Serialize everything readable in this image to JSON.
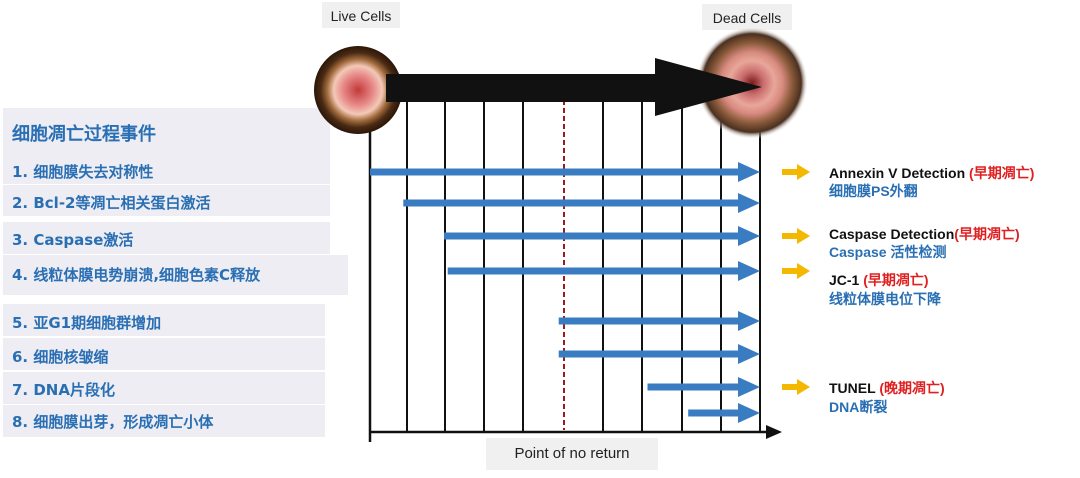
{
  "header": {
    "live_label": "Live Cells",
    "dead_label": "Dead Cells"
  },
  "events": {
    "title": "细胞凋亡过程事件",
    "items": [
      "1. 细胞膜失去对称性",
      "2. Bcl-2等凋亡相关蛋白激活",
      "3. Caspase激活",
      "4. 线粒体膜电势崩溃,细胞色素C释放",
      "5. 亚G1期细胞群增加",
      "6. 细胞核皱缩",
      "7. DNA片段化",
      "8. 细胞膜出芽，形成凋亡小体"
    ]
  },
  "timeline": {
    "no_return_label": "Point of no return",
    "arrows": [
      {
        "event": 1,
        "start": 0.0
      },
      {
        "event": 2,
        "start": 0.09
      },
      {
        "event": 3,
        "start": 0.2
      },
      {
        "event": 4,
        "start": 0.21
      },
      {
        "event": 5,
        "start": 0.51
      },
      {
        "event": 6,
        "start": 0.51
      },
      {
        "event": 7,
        "start": 0.75
      },
      {
        "event": 8,
        "start": 0.86
      }
    ]
  },
  "detections": [
    {
      "name": "Annexin V Detection ",
      "stage": "(早期凋亡)",
      "desc": "细胞膜PS外翻"
    },
    {
      "name": "Caspase Detection",
      "stage": "(早期凋亡)",
      "desc": "Caspase 活性检测"
    },
    {
      "name": "JC-1 ",
      "stage": "(早期凋亡)",
      "desc": "线粒体膜电位下降"
    },
    {
      "name": "TUNEL ",
      "stage": "(晚期凋亡)",
      "desc": "DNA断裂"
    }
  ],
  "colors": {
    "arrow": "#3a7cc2",
    "text_blue": "#2a6fb3",
    "stage_red": "#e02020",
    "indicator": "#f5b800",
    "no_return_line": "#a01a1a"
  }
}
